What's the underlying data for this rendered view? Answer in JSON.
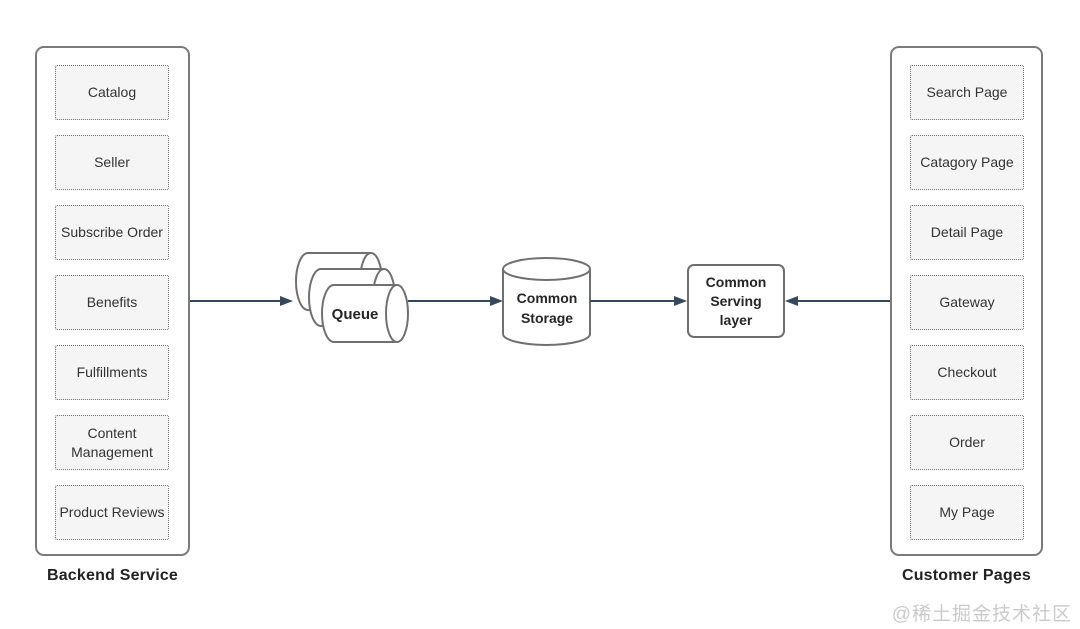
{
  "diagram": {
    "backend": {
      "label": "Backend Service",
      "items": [
        "Catalog",
        "Seller",
        "Subscribe Order",
        "Benefits",
        "Fulfillments",
        "Content Management",
        "Product Reviews"
      ]
    },
    "customer": {
      "label": "Customer Pages",
      "items": [
        "Search Page",
        "Catagory Page",
        "Detail Page",
        "Gateway",
        "Checkout",
        "Order",
        "My Page"
      ]
    },
    "queue": {
      "label": "Queue"
    },
    "storage": {
      "label": "Common Storage"
    },
    "serving": {
      "label": "Common Serving layer"
    },
    "watermark": "@稀土掘金技术社区",
    "colors": {
      "arrow": "#35495c",
      "shape_border": "#707070",
      "panel_border": "#7a7a7a",
      "node_fill": "#f5f5f6",
      "node_border": "#6f6f6f",
      "text": "#2e2e2e",
      "watermark": "#cacaca"
    }
  }
}
